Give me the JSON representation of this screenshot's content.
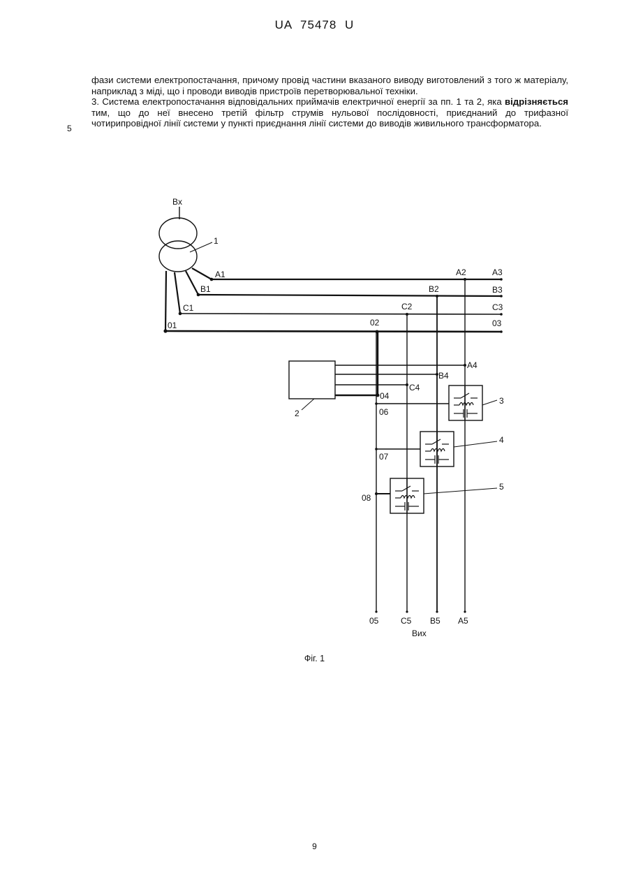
{
  "header": {
    "doc_id": "UA   75478   U"
  },
  "text": {
    "para1": "фази системи електропостачання, причому провід частини вказаного виводу виготовлений з того ж матеріалу, наприклад з міді, що і проводи виводів пристроїв перетворювальної техніки.",
    "para2_start": "3. Система електропостачання відповідальних приймачів електричної енергії за пп. 1 та 2, яка ",
    "para2_bold": "відрізняється",
    "para2_end": " тим, що до неї внесено третій фільтр струмів нульової послідовності, приєднаний до трифазної чотирипровідної лінії системи у пункті приєднання лінії системи до виводів живильного трансформатора.",
    "line_number": "5"
  },
  "figure": {
    "labels": {
      "bx": "Bx",
      "n1": "1",
      "n2": "2",
      "n3": "3",
      "n4": "4",
      "n5": "5",
      "a1": "A1",
      "b1": "B1",
      "c1": "C1",
      "o1": "01",
      "a2": "A2",
      "b2": "B2",
      "c2": "C2",
      "o2": "02",
      "a3": "A3",
      "b3": "B3",
      "c3": "C3",
      "o3": "03",
      "a4": "A4",
      "b4": "B4",
      "c4": "C4",
      "o4": "04",
      "o6": "06",
      "o7": "07",
      "o8": "08",
      "o5": "05",
      "c5": "C5",
      "b5": "B5",
      "a5": "A5",
      "vyh": "Вих"
    },
    "caption": "Фіг. 1"
  },
  "page_number": "9"
}
